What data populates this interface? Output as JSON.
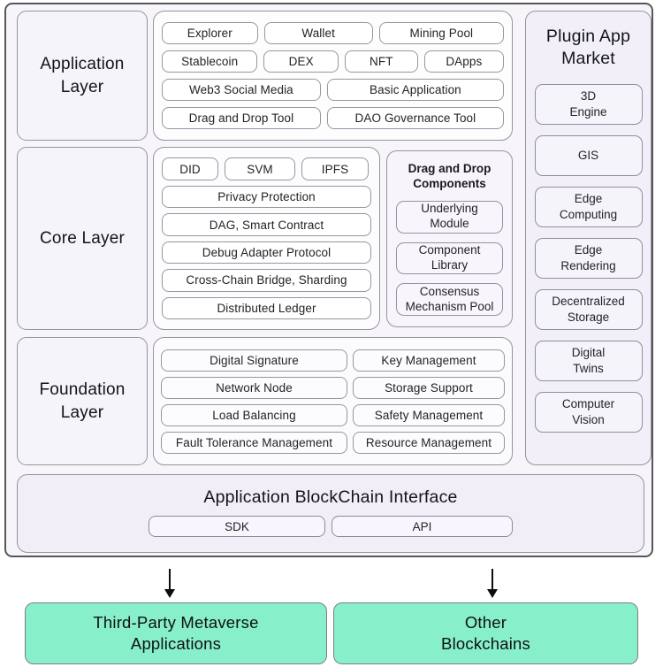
{
  "layers": {
    "application": "Application\nLayer",
    "core": "Core Layer",
    "foundation": "Foundation\nLayer"
  },
  "application_panel": {
    "row1": [
      "Explorer",
      "Wallet",
      "Mining Pool"
    ],
    "row2": [
      "Stablecoin",
      "DEX",
      "NFT",
      "DApps"
    ],
    "row3": [
      "Web3 Social Media",
      "Basic Application"
    ],
    "row4": [
      "Drag and Drop Tool",
      "DAO Governance Tool"
    ]
  },
  "core_panel": {
    "row1": [
      "DID",
      "SVM",
      "IPFS"
    ],
    "stack": [
      "Privacy Protection",
      "DAG, Smart Contract",
      "Debug Adapter Protocol",
      "Cross-Chain Bridge, Sharding",
      "Distributed Ledger"
    ]
  },
  "dnd_panel": {
    "title": "Drag and Drop\nComponents",
    "items": [
      "Underlying\nModule",
      "Component\nLibrary",
      "Consensus\nMechanism Pool"
    ]
  },
  "foundation_panel": {
    "left": [
      "Digital Signature",
      "Network Node",
      "Load Balancing",
      "Fault Tolerance Management"
    ],
    "right": [
      "Key Management",
      "Storage Support",
      "Safety Management",
      "Resource Management"
    ]
  },
  "plugin_market": {
    "title": "Plugin App\nMarket",
    "items": [
      "3D\nEngine",
      "GIS",
      "Edge\nComputing",
      "Edge\nRendering",
      "Decentralized\nStorage",
      "Digital\nTwins",
      "Computer\nVision"
    ]
  },
  "abi_panel": {
    "title": "Application BlockChain Interface",
    "sdk": "SDK",
    "api": "API"
  },
  "external": {
    "left": "Third-Party Metaverse\nApplications",
    "right": "Other\nBlockchains"
  },
  "colors": {
    "accent_green": "#87f0ca",
    "panel_lavender": "#f1eef8",
    "border_grey": "#97949f"
  }
}
